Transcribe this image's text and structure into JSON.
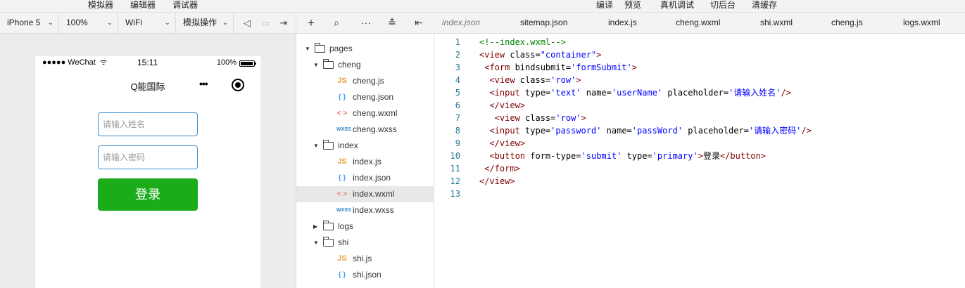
{
  "menu": {
    "left": [
      "模拟器",
      "编辑器",
      "调试器"
    ],
    "right": [
      "编译",
      "预览",
      "真机调试",
      "切后台",
      "清缓存"
    ]
  },
  "simbar": {
    "device": "iPhone 5",
    "zoom": "100%",
    "network": "WiFi",
    "operation": "模拟操作"
  },
  "phone": {
    "carrier": "●●●●● WeChat",
    "time": "15:11",
    "battery": "100%",
    "title": "Q能国际",
    "name_placeholder": "请输入姓名",
    "password_placeholder": "请输入密码",
    "login_label": "登录"
  },
  "tree": [
    {
      "label": "pages",
      "kind": "folder",
      "open": true,
      "depth": 0
    },
    {
      "label": "cheng",
      "kind": "folder",
      "open": true,
      "depth": 1
    },
    {
      "label": "cheng.js",
      "kind": "js",
      "depth": 2
    },
    {
      "label": "cheng.json",
      "kind": "json",
      "depth": 2
    },
    {
      "label": "cheng.wxml",
      "kind": "wxml",
      "depth": 2
    },
    {
      "label": "cheng.wxss",
      "kind": "wxss",
      "depth": 2
    },
    {
      "label": "index",
      "kind": "folder",
      "open": true,
      "depth": 1
    },
    {
      "label": "index.js",
      "kind": "js",
      "depth": 2
    },
    {
      "label": "index.json",
      "kind": "json",
      "depth": 2
    },
    {
      "label": "index.wxml",
      "kind": "wxml",
      "depth": 2,
      "selected": true
    },
    {
      "label": "index.wxss",
      "kind": "wxss",
      "depth": 2
    },
    {
      "label": "logs",
      "kind": "folder",
      "open": false,
      "depth": 1
    },
    {
      "label": "shi",
      "kind": "folder",
      "open": true,
      "depth": 1
    },
    {
      "label": "shi.js",
      "kind": "js",
      "depth": 2
    },
    {
      "label": "shi.json",
      "kind": "json",
      "depth": 2
    }
  ],
  "icons": {
    "js": "JS",
    "json": "{ }",
    "wxml": "< >",
    "wxss": "WXSS"
  },
  "tabs": [
    "index.json",
    "sitemap.json",
    "index.js",
    "cheng.wxml",
    "shi.wxml",
    "cheng.js",
    "logs.wxml"
  ],
  "code": [
    "<!--index.wxml-->",
    "<view class=\"container\">",
    " <form bindsubmit='formSubmit'>",
    "  <view class='row'>",
    "  <input type='text' name='userName' placeholder='请输入姓名'/>",
    "  </view>",
    "   <view class='row'>",
    "  <input type='password' name='passWord' placeholder='请输入密码'/>",
    "  </view>",
    "  <button form-type='submit' type='primary'>登录</button>",
    " </form>",
    "</view>",
    ""
  ]
}
